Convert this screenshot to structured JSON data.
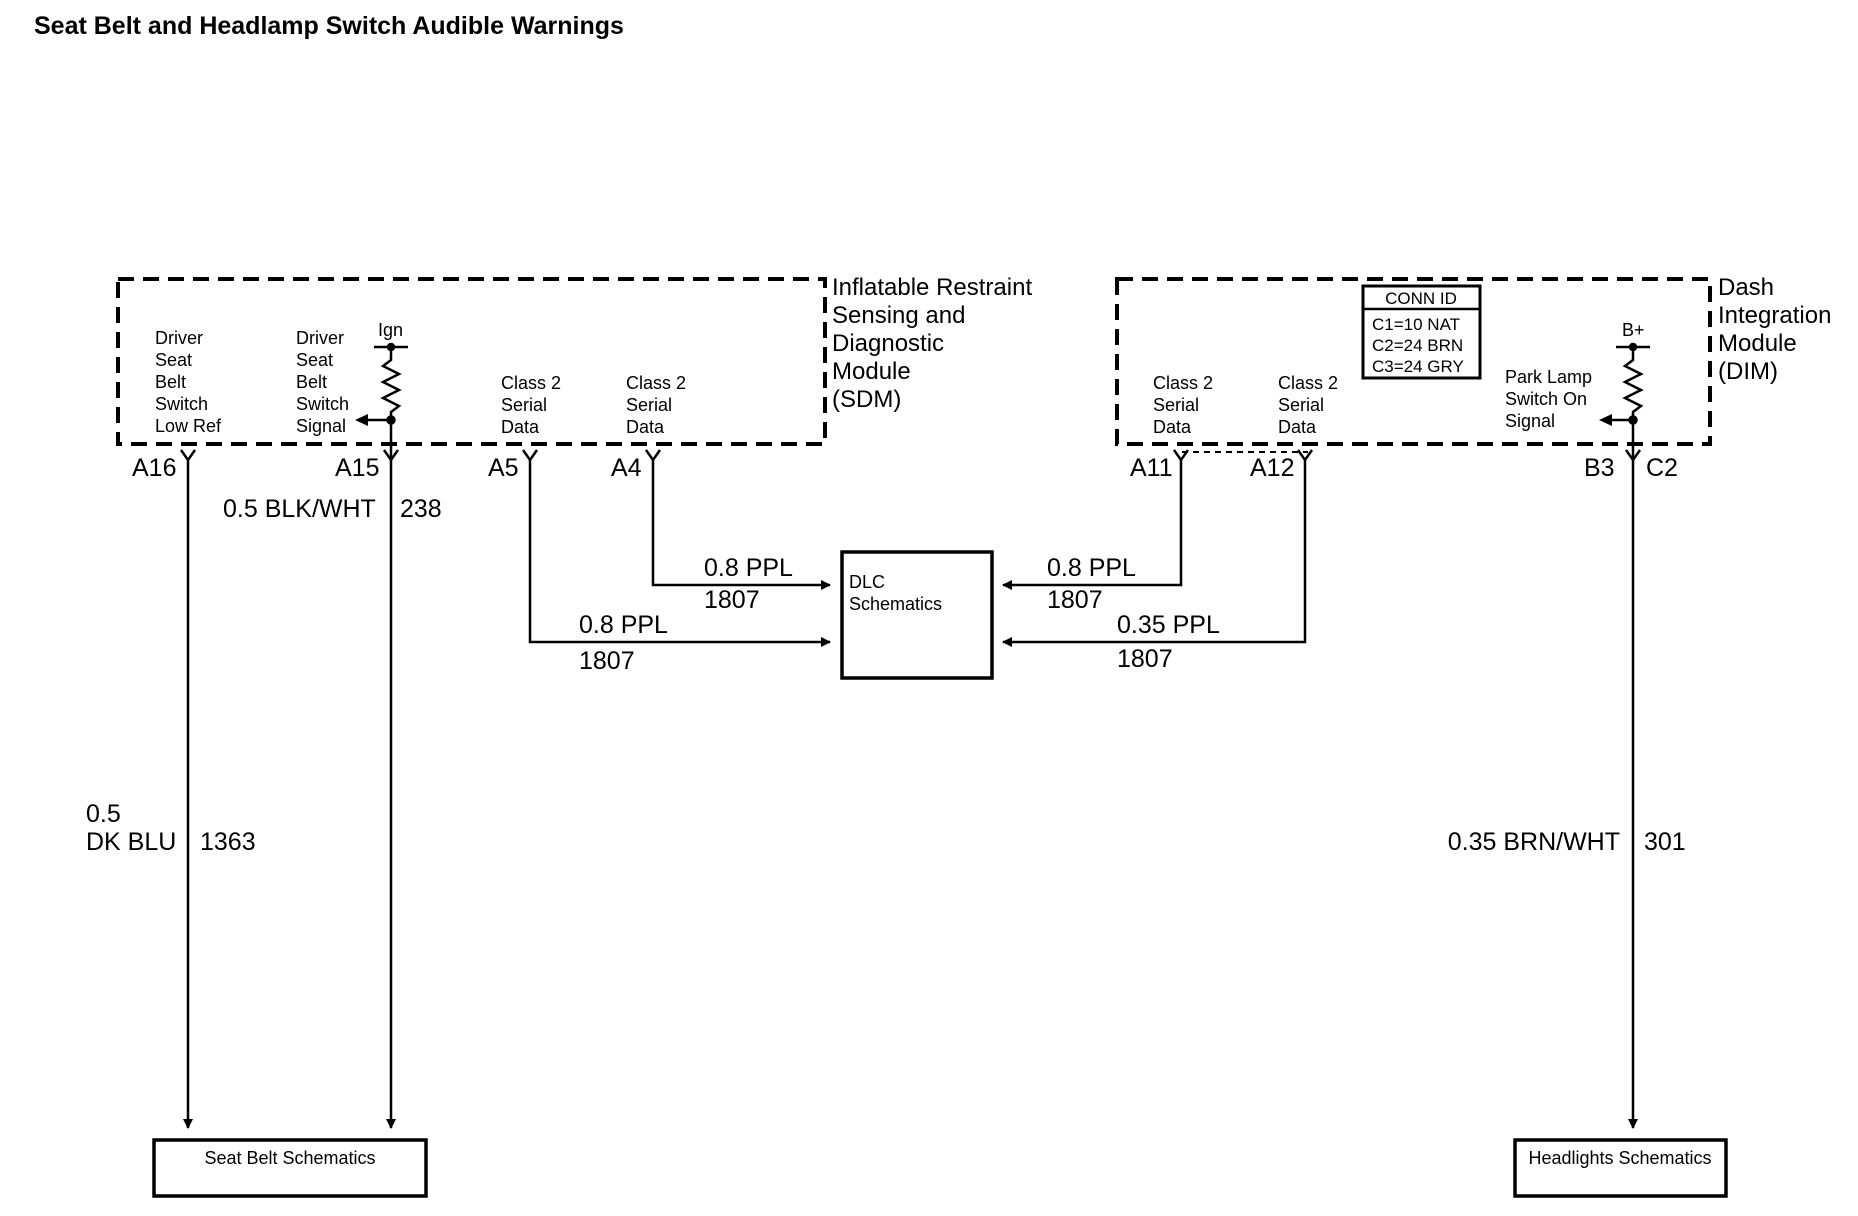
{
  "title": "Seat Belt and Headlamp Switch Audible Warnings",
  "sdm": {
    "name_lines": [
      "Inflatable Restraint",
      "Sensing and",
      "Diagnostic",
      "Module",
      "(SDM)"
    ],
    "driver_low_ref": [
      "Driver",
      "Seat",
      "Belt",
      "Switch",
      "Low Ref"
    ],
    "driver_signal": [
      "Driver",
      "Seat",
      "Belt",
      "Switch",
      "Signal"
    ],
    "ign": "Ign",
    "class2_a5": [
      "Class 2",
      "Serial",
      "Data"
    ],
    "class2_a4": [
      "Class 2",
      "Serial",
      "Data"
    ],
    "pins": {
      "a16": "A16",
      "a15": "A15",
      "a5": "A5",
      "a4": "A4"
    }
  },
  "dim": {
    "name_lines": [
      "Dash",
      "Integration",
      "Module",
      "(DIM)"
    ],
    "conn_id": {
      "title": "CONN ID",
      "lines": [
        "C1=10 NAT",
        "C2=24 BRN",
        "C3=24 GRY"
      ]
    },
    "class2_a11": [
      "Class 2",
      "Serial",
      "Data"
    ],
    "class2_a12": [
      "Class 2",
      "Serial",
      "Data"
    ],
    "bplus": "B+",
    "park_lamp": [
      "Park Lamp",
      "Switch On",
      "Signal"
    ],
    "pins": {
      "a11": "A11",
      "a12": "A12",
      "b3": "B3",
      "c2": "C2"
    }
  },
  "wires": {
    "a15_wire": {
      "gauge": "0.5 BLK/WHT",
      "circuit": "238"
    },
    "a16_wire": {
      "gauge_line1": "0.5",
      "gauge_line2": "DK BLU",
      "circuit": "1363"
    },
    "a4_wire": {
      "gauge": "0.8 PPL",
      "circuit": "1807"
    },
    "a5_wire": {
      "gauge": "0.8 PPL",
      "circuit": "1807"
    },
    "a11_wire": {
      "gauge": "0.8 PPL",
      "circuit": "1807"
    },
    "a12_wire": {
      "gauge": "0.35 PPL",
      "circuit": "1807"
    },
    "b3_wire": {
      "gauge": "0.35 BRN/WHT",
      "circuit": "301"
    }
  },
  "dlc_box": [
    "DLC",
    "Schematics"
  ],
  "seat_belt_box": "Seat Belt Schematics",
  "headlights_box": "Headlights Schematics"
}
